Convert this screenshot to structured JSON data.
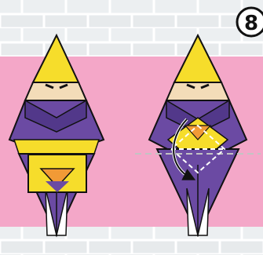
{
  "step": {
    "number": "8"
  },
  "colors": {
    "wall": "#e7eaec",
    "brick_line": "#ffffff",
    "pink_band": "#f4a7c8",
    "yellow": "#f6dd2b",
    "yellow_dark": "#e2b21d",
    "purple": "#6b4aa3",
    "purple_dark": "#52388a",
    "skin": "#f3dcb8",
    "white": "#ffffff",
    "outline": "#111111",
    "orange": "#f19a36"
  },
  "figures": [
    {
      "id": "left",
      "description": "result-of-step-8"
    },
    {
      "id": "right",
      "description": "fold-instruction"
    }
  ]
}
